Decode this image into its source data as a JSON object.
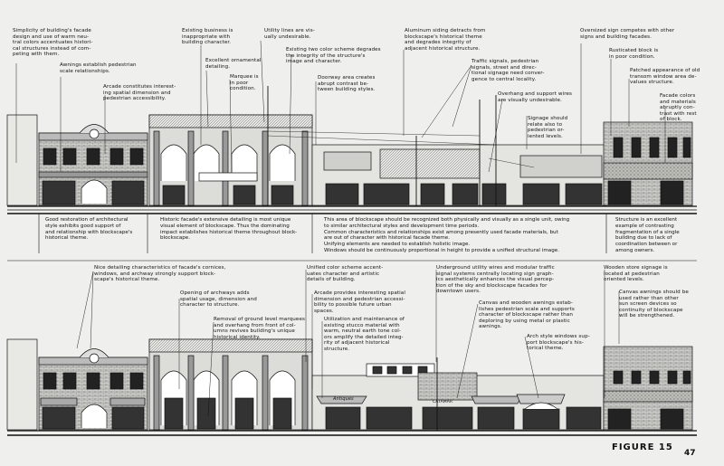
{
  "top": {
    "notes": [
      "Simplicity of building's facade\ndesign and use of warm neu-\ntral colors accentuates histori-\ncal structures instead of com-\npeting with them.",
      "Awnings establish pedestrian\nscale relationships.",
      "Arcade constitutes interest-\ning spatial dimension and\npedestrian accessibility.",
      "Existing business is\ninappropriate with\nbuilding character.",
      "Excellent ornamental\ndetailing.",
      "Marquee is\nin poor\ncondition.",
      "Utility lines are vis-\nually undesirable.",
      "Existing two color scheme degrades\nthe integrity of the structure's\nimage and character.",
      "Aluminum siding detracts from\nblockscape's historical theme\nand degrades integrity of\nadjacent historical structure.",
      "Doorway area creates\nabrupt contrast be-\ntween building styles.",
      "Traffic signals, pedestrian\nsignals, street and direc-\ntional signage need conver-\ngence to central locality.",
      "Overhang and support wires\nare visually undesirable.",
      "Signage should\nrelate also to\npedestrian or-\niented levels.",
      "Oversized sign competes with other\nsigns and building facades.",
      "Rusticated block is\nin poor condition.",
      "Patched appearance of old\ntransom window area de-\nvalues structure.",
      "Facade colors\nand materials\nabruptly con-\ntrast with rest\nof block."
    ],
    "captions": [
      "Good restoration of architectural\nstyle exhibits good support of\nand relationship with blockscape's\nhistorical theme.",
      "Historic facade's extensive detailing is most unique\nvisual element of blockscape. Thus the dominating\nimpact establishes historical theme throughout block-\nblockscape.",
      "This area of blockscape should be recognized both physically and visually as a single unit, owing\nto similar architectural styles and development time periods.\nCommon characteristics and relationships exist among presently used facade materials, but\nare out of character with historical facade theme.\nUnifying elements are needed to establish holistic image.\nWindows should be continuously proportional in height to provide a unified structural image.",
      "Structure is an excellent\nexample of contrasting\nfragmentation of a single\nbuilding due to lack of\ncoordination between or\namong owners."
    ]
  },
  "bottom": {
    "notes": [
      "Nice detailing characteristics of facade's cornices,\nwindows, and archway strongly support block-\nscape's historical theme.",
      "Opening of archways adds\nspatial usage, dimension and\ncharacter to structure.",
      "Removal of ground level marquees\nand overhang from front of col-\numns revives building's unique\nhistorical identity.",
      "Unified color scheme accent-\nuates character and artistic\ndetails of building.",
      "Arcade provides interesting spatial\ndimension and pedestrian accessi-\nbility to possible future urban\nspaces.",
      "Utilization and maintenance of\nexisting stucco material with\nwarm, neutral earth tone col-\nors amplify the detailed integ-\nrity of adjacent historical\nstructure.",
      "Underground utility wires and modular traffic\nsignal systems centrally locating sign graph-\nics aesthetically enhances the visual percep-\ntion of the sky and blockscape facades for\ndowntown users.",
      "Canvas and wooden awnings estab-\nlishes pedestrian scale and supports\ncharacter of blockscape rather than\ndeploring by using metal or plastic\nawnings.",
      "Arch style windows sup-\nport blockscape's his-\ntorical theme.",
      "Wooden store signage is\nlocated at pedestrian\noriented levels.",
      "Canvas awnings should be\nused rather than other\nsun screen devices so\ncontinuity of blockscape\nwill be strengthened."
    ],
    "signs": [
      "Antiques",
      "CATAMAR"
    ]
  },
  "footer": {
    "figure": "FIGURE 15",
    "page": "47"
  }
}
